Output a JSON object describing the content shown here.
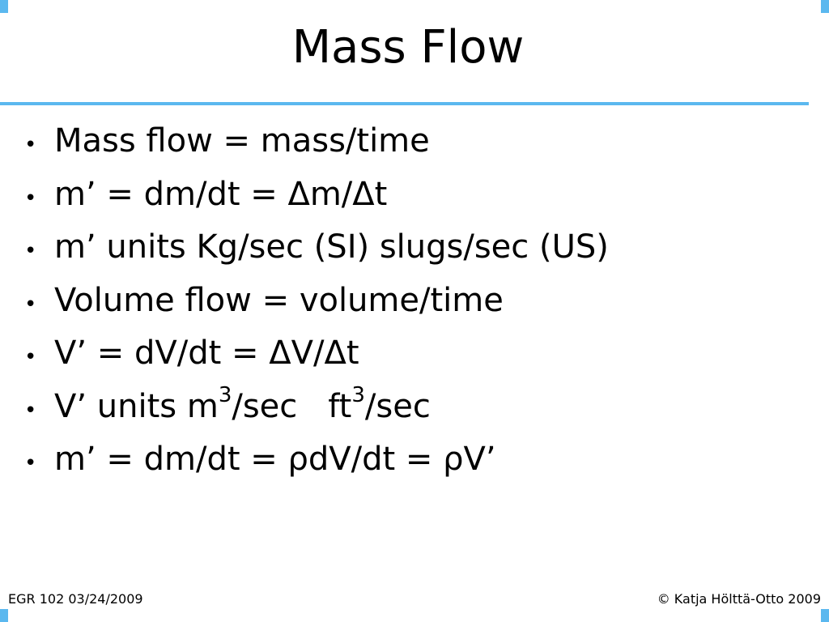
{
  "title": "Mass Flow",
  "bullet_marker": "•",
  "bullets": [
    {
      "text": "Mass flow = mass/time"
    },
    {
      "text": "m’ = dm/dt = Δm/Δt"
    },
    {
      "text": "m’ units Kg/sec (SI) slugs/sec (US)"
    },
    {
      "text": "Volume flow = volume/time"
    },
    {
      "text": "V’ = dV/dt = ΔV/Δt"
    },
    {
      "parts": {
        "a": "V’ units m",
        "a_sup": "3",
        "b": "/sec",
        "c": "ft",
        "c_sup": "3",
        "d": "/sec"
      }
    },
    {
      "text": "m’ = dm/dt = ρdV/dt = ρV’"
    }
  ],
  "footer": {
    "left": "EGR 102 03/24/2009",
    "right": "© Katja Hölttä-Otto 2009"
  },
  "colors": {
    "accent": "#5bb8ef"
  }
}
